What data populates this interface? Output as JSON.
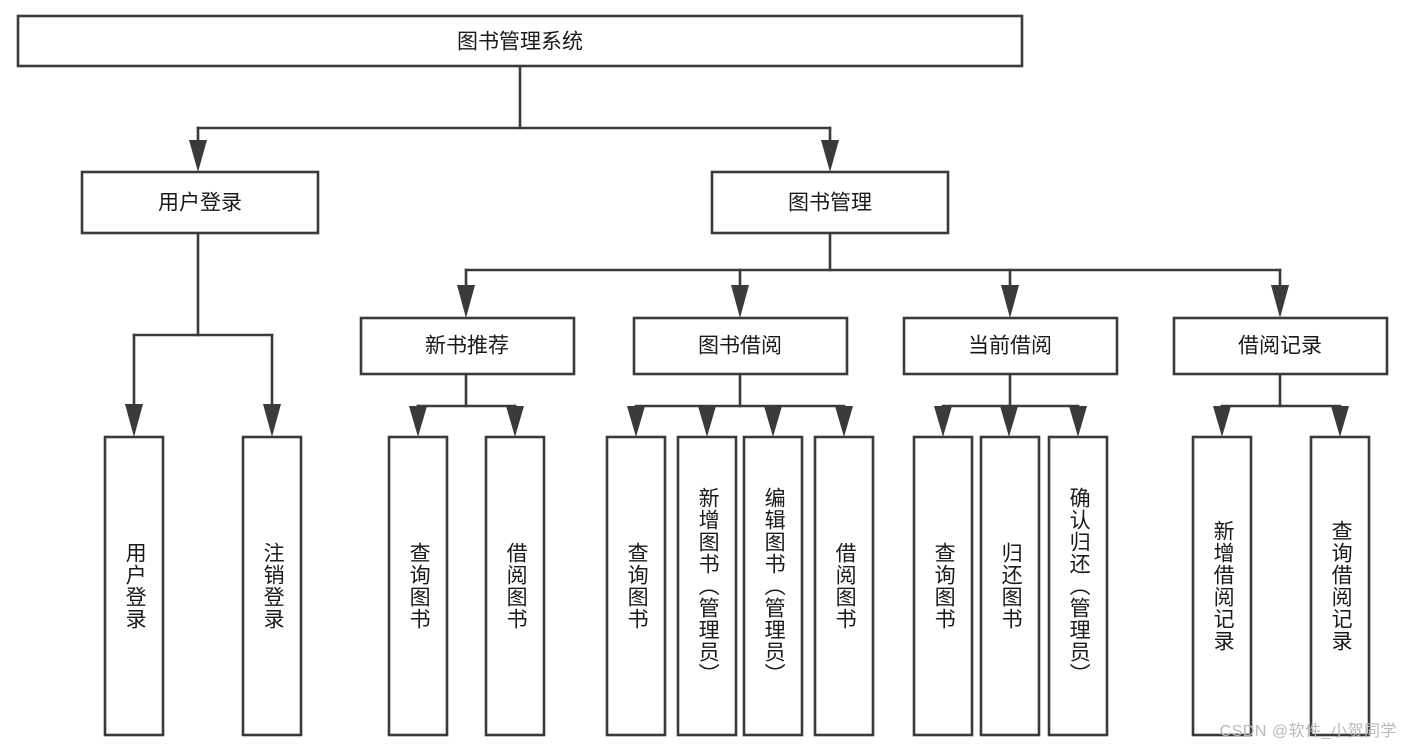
{
  "diagram": {
    "title": "图书管理系统",
    "type": "tree-hierarchy-diagram",
    "watermark": "CSDN @软件_小贺同学",
    "colors": {
      "stroke": "#3a3a3a",
      "box_fill": "#ffffff",
      "text": "#1a1a1a",
      "background": "#ffffff",
      "watermark": "#b9b9b9"
    },
    "root": {
      "id": "root",
      "label": "图书管理系统",
      "orientation": "horizontal"
    },
    "level1": [
      {
        "id": "user-login",
        "label": "用户登录",
        "orientation": "horizontal"
      },
      {
        "id": "book-management",
        "label": "图书管理",
        "orientation": "horizontal"
      }
    ],
    "level2": [
      {
        "id": "new-book-recommend",
        "label": "新书推荐",
        "orientation": "horizontal",
        "parent": "book-management"
      },
      {
        "id": "book-borrow",
        "label": "图书借阅",
        "orientation": "horizontal",
        "parent": "book-management"
      },
      {
        "id": "current-borrow",
        "label": "当前借阅",
        "orientation": "horizontal",
        "parent": "book-management"
      },
      {
        "id": "borrow-record",
        "label": "借阅记录",
        "orientation": "horizontal",
        "parent": "book-management"
      }
    ],
    "leaves": [
      {
        "id": "leaf-user-login",
        "label": "用户登录",
        "orientation": "vertical",
        "parent": "user-login"
      },
      {
        "id": "leaf-logout",
        "label": "注销登录",
        "orientation": "vertical",
        "parent": "user-login"
      },
      {
        "id": "leaf-query-book-1",
        "label": "查询图书",
        "orientation": "vertical",
        "parent": "new-book-recommend"
      },
      {
        "id": "leaf-borrow-book-1",
        "label": "借阅图书",
        "orientation": "vertical",
        "parent": "new-book-recommend"
      },
      {
        "id": "leaf-query-book-2",
        "label": "查询图书",
        "orientation": "vertical",
        "parent": "book-borrow"
      },
      {
        "id": "leaf-add-book",
        "label": "新增图书（管理员）",
        "orientation": "vertical",
        "parent": "book-borrow"
      },
      {
        "id": "leaf-edit-book",
        "label": "编辑图书（管理员）",
        "orientation": "vertical",
        "parent": "book-borrow"
      },
      {
        "id": "leaf-borrow-book-2",
        "label": "借阅图书",
        "orientation": "vertical",
        "parent": "book-borrow"
      },
      {
        "id": "leaf-query-book-3",
        "label": "查询图书",
        "orientation": "vertical",
        "parent": "current-borrow"
      },
      {
        "id": "leaf-return-book",
        "label": "归还图书",
        "orientation": "vertical",
        "parent": "current-borrow"
      },
      {
        "id": "leaf-confirm-return",
        "label": "确认归还（管理员）",
        "orientation": "vertical",
        "parent": "current-borrow"
      },
      {
        "id": "leaf-add-record",
        "label": "新增借阅记录",
        "orientation": "vertical",
        "parent": "borrow-record"
      },
      {
        "id": "leaf-query-record",
        "label": "查询借阅记录",
        "orientation": "vertical",
        "parent": "borrow-record"
      }
    ]
  }
}
